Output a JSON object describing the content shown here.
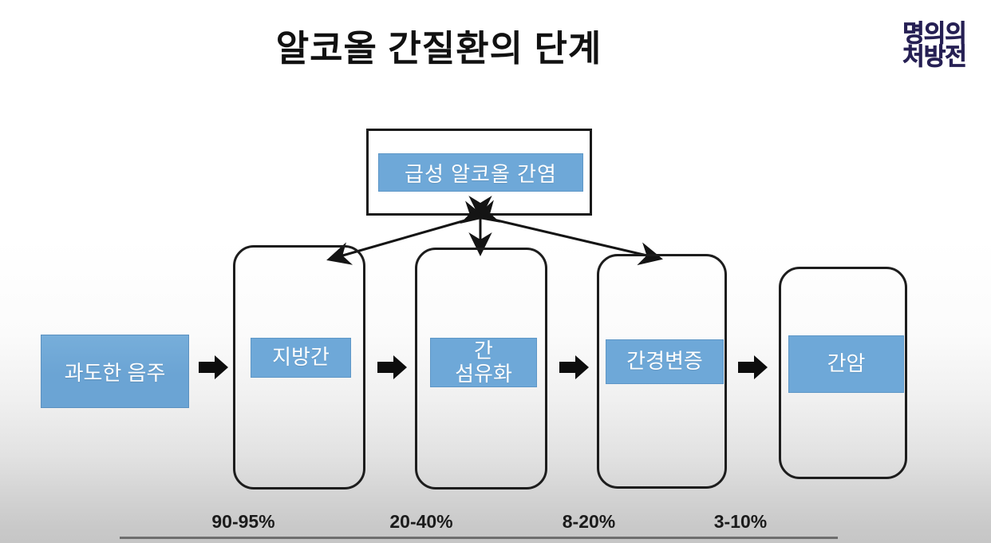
{
  "slide": {
    "title": "알코올 간질환의 단계",
    "background_top_color": "#ffffff",
    "background_bottom_color": "#c6c6c6"
  },
  "logo": {
    "line1": "명의의",
    "line2": "처방전",
    "color": "#262054"
  },
  "theme": {
    "box_fill": "#6ea8d8",
    "box_text_color": "#ffffff",
    "outline_color": "#1d1d1d",
    "percent_text_color": "#1b1b1b"
  },
  "diagram": {
    "acute_node": {
      "label": "급성 알코올 간염"
    },
    "intro_node": {
      "label": "과도한 음주"
    },
    "stages": [
      {
        "label": "지방간",
        "percent": "90-95%"
      },
      {
        "label": "간\n섬유화",
        "label_line1": "간",
        "label_line2": "섬유화",
        "percent": "20-40%"
      },
      {
        "label": "간경변증",
        "percent": "8-20%"
      },
      {
        "label": "간암",
        "percent": "3-10%"
      }
    ],
    "flow_arrows": [
      "arrow-intro-to-stage1",
      "arrow-stage1-to-stage2",
      "arrow-stage2-to-stage3",
      "arrow-stage3-to-stage4"
    ],
    "acute_links": [
      "link-acute-to-fatty-liver",
      "link-acute-to-fibrosis",
      "link-acute-to-cirrhosis"
    ]
  }
}
